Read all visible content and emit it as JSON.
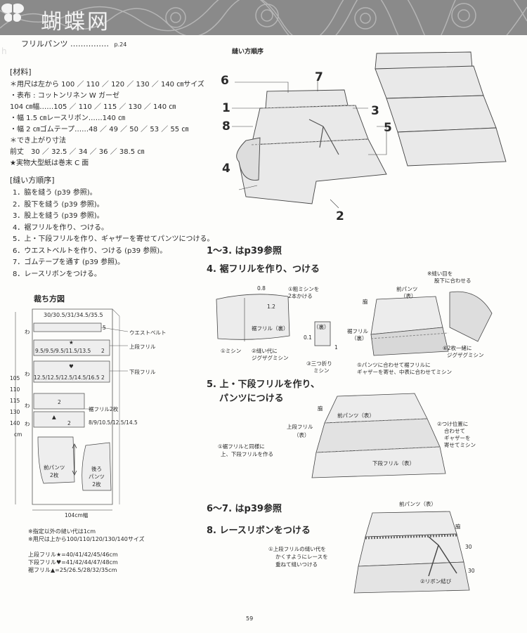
{
  "banner": {
    "logo_text": "蝴蝶网",
    "side_mark": "h"
  },
  "left": {
    "title": "フリルパンツ ……………",
    "page_ref": "p.24",
    "materials_heading": "[材料]",
    "materials": [
      "＊用尺は左から 100 ／ 110 ／ 120 ／ 130 ／ 140 ㎝サイズ",
      "・表布 : コットンリネン W ガーゼ",
      "104 ㎝幅……105 ／ 110 ／ 115 ／ 130 ／ 140 ㎝",
      "・幅 1.5 ㎝レースリボン……140 ㎝",
      "・幅 2 ㎝ゴムテープ……48 ／ 49 ／ 50 ／ 53 ／ 55 ㎝",
      "＊でき上がり寸法",
      "前丈　30 ／ 32.5 ／ 34 ／ 36 ／ 38.5 ㎝",
      "★実物大型紙は巻末 C 面"
    ],
    "steps_heading": "[縫い方順序]",
    "steps": [
      "1．脇を縫う (p39 参照)。",
      "2．股下を縫う (p39 参照)。",
      "3．股上を縫う (p39 参照)。",
      "4．裾フリルを作り、つける。",
      "5．上・下段フリルを作り、ギャザーを寄せてパンツにつける。",
      "6．ウエストベルトを作り、つける (p39 参照)。",
      "7．ゴムテープを通す (p39 参照)。",
      "8．レースリボンをつける。"
    ],
    "cutting": {
      "title": "裁ち方図",
      "top_sizes": "30/30.5/31/34.5/35.5",
      "w_mark": "わ",
      "waistband_dim": "5",
      "waistband_label": "ウエストベルト",
      "upper_label": "上段フリル",
      "upper_dims": "9.5/9.5/9.5/11.5/13.5",
      "upper_w": "2",
      "lower_label": "下段フリル",
      "lower_dims": "12.5/12.5/12.5/14.5/16.5",
      "lower_w": "2",
      "hem_label": "裾フリル2枚",
      "hem_dims": "8/9/10.5/12.5/14.5",
      "hem_w": "2",
      "side_lengths": [
        "105",
        "110",
        "115",
        "130",
        "140"
      ],
      "cm": "cm",
      "front_label": [
        "前パンツ",
        "2枚"
      ],
      "back_label": [
        "後ろ",
        "パンツ",
        "2枚"
      ],
      "width_label": "104cm幅",
      "star": "★",
      "heart": "♥",
      "triangle": "▲"
    },
    "notes": [
      "※指定以外の縫い代は1cm",
      "※用尺は上から100/110/120/130/140サイズ",
      "",
      "上段フリル★=40/41/42/45/46cm",
      "下段フリル♥=41/42/44/47/48cm",
      "裾フリル▲=25/26.5/28/32/35cm"
    ]
  },
  "right": {
    "order_heading": "縫い方順序",
    "callouts": [
      "6",
      "7",
      "1",
      "3",
      "8",
      "5",
      "4",
      "2"
    ],
    "step13": "1〜3. はp39参照",
    "step4": "4. 裾フリルを作り、つける",
    "step4_labels": {
      "n08": "0.8",
      "n12": "1.2",
      "coarse": "①粗ミシンを",
      "coarse2": "2本かける",
      "hem_back": "裾フリル（裏）",
      "machine": "①ミシン",
      "zigzag1": "②縫い代に",
      "zigzag1b": "ジグザグミシン",
      "back": "（裏）",
      "n01": "0.1",
      "n1": "1",
      "fold1": "③三つ折り",
      "fold2": "ミシン",
      "seam_top": "※縫い目を",
      "seam_top2": "股下に合わせる",
      "front_pants": "前パンツ",
      "front_omote": "（表）",
      "side": "脇",
      "hem_frill": "裾フリル",
      "hem_ura": "（裏）",
      "six": "⑥2枚一緒に",
      "six2": "ジグザグミシン",
      "five": "⑤パンツに合わせて裾フリルに",
      "five2": "ギャザーを寄せ、中表に合わせてミシン"
    },
    "step5": "5. 上・下段フリルを作り、",
    "step5b": "パンツにつける",
    "step5_labels": {
      "side": "脇",
      "front": "前パンツ（表）",
      "upper": "上段フリル",
      "upper2": "（表）",
      "one": "①裾フリルと同様に",
      "one2": "上、下段フリルを作る",
      "two": "②つけ位置に",
      "two2": "合わせて",
      "two3": "ギャザーを",
      "two4": "寄せてミシン",
      "lower": "下段フリル（表）"
    },
    "step67": "6〜7. はp39参照",
    "step8": "8. レースリボンをつける",
    "step8_labels": {
      "front": "前パンツ（表）",
      "side": "脇",
      "one": "①上段フリルの縫い代を",
      "one2": "かくすようにレースを",
      "one3": "重ねて縫いつける",
      "n30a": "30",
      "n30b": "30",
      "two": "②リボン結び"
    }
  },
  "page_number": "59"
}
